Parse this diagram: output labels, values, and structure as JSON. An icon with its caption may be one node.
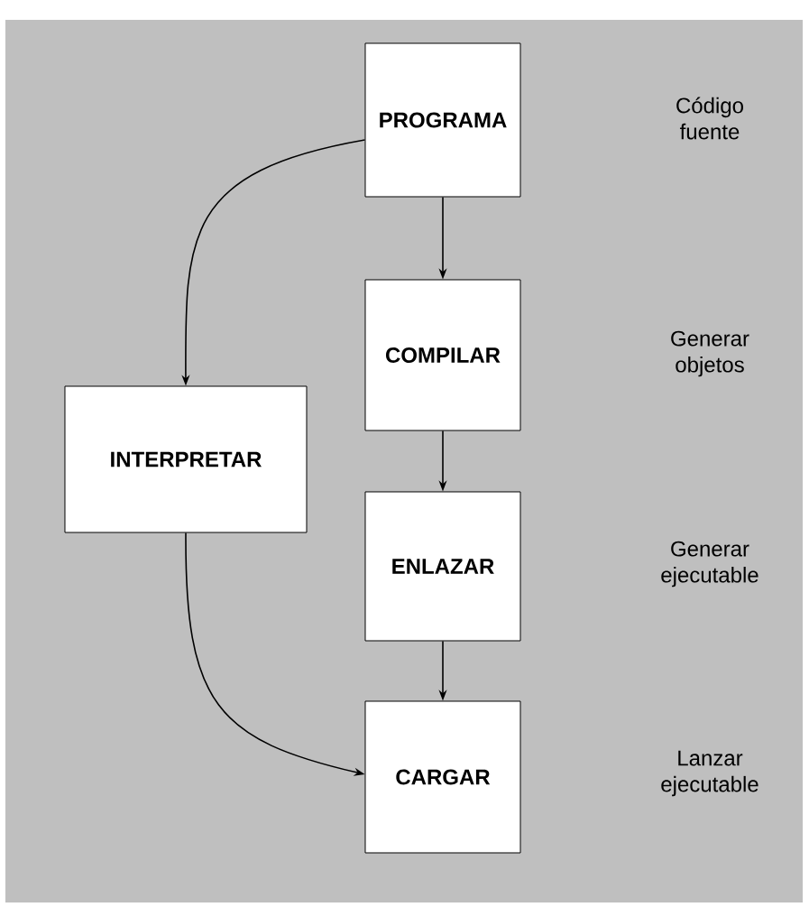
{
  "diagram": {
    "nodes": [
      {
        "text": [
          "PROGRAMA"
        ]
      },
      {
        "text": [
          "COMPILAR"
        ]
      },
      {
        "text": [
          "ENLAZAR"
        ]
      },
      {
        "text": [
          "CARGAR"
        ]
      },
      {
        "text": [
          "INTERPRETAR"
        ]
      }
    ],
    "edges": [
      {
        "from": 0,
        "to": 1,
        "arrow": "to"
      },
      {
        "from": 1,
        "to": 2,
        "arrow": "to"
      },
      {
        "from": 2,
        "to": 3,
        "arrow": "to"
      },
      {
        "from": 0,
        "to": 4,
        "arrow": "to"
      },
      {
        "from": 4,
        "to": 3,
        "arrow": "to"
      }
    ],
    "labels": [
      "Código fuente",
      "Generar objetos",
      "Generar ejecutable",
      "Lanzar ejecutable"
    ]
  }
}
